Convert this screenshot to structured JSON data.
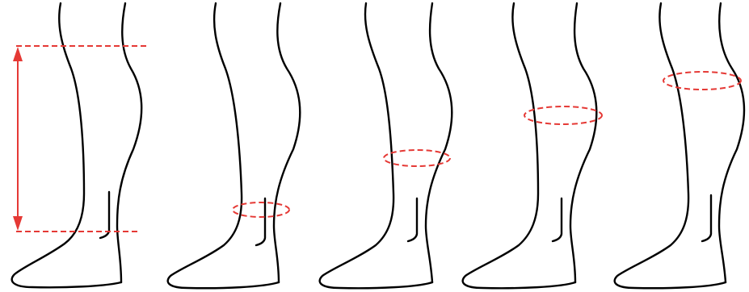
{
  "diagram": {
    "description_free": true,
    "colors": {
      "outline": "#000000",
      "measurement": "#e53935",
      "background": "#ffffff"
    },
    "legs": [
      {
        "name": "leg-1",
        "measurement": "height-range"
      },
      {
        "name": "leg-2",
        "measurement": "ankle-circumference"
      },
      {
        "name": "leg-3",
        "measurement": "calf-low-circumference"
      },
      {
        "name": "leg-4",
        "measurement": "calf-high-circumference"
      },
      {
        "name": "leg-5",
        "measurement": "below-knee-circumference"
      }
    ]
  }
}
